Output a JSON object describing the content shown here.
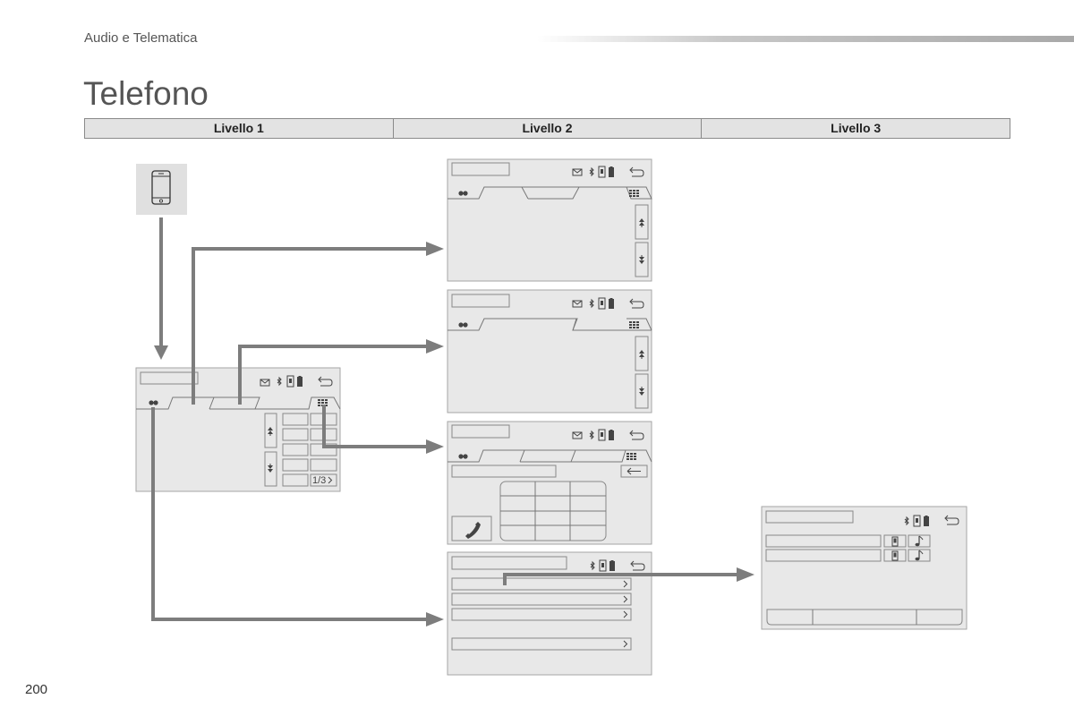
{
  "header": {
    "section_title": "Audio e Telematica",
    "page_title": "Telefono"
  },
  "levels": [
    {
      "label": "Livello 1"
    },
    {
      "label": "Livello 2"
    },
    {
      "label": "Livello 3"
    }
  ],
  "screens": {
    "keypad_page_indicator": "1/3"
  },
  "footer": {
    "page_number": "200"
  },
  "icons": [
    "phone-icon",
    "envelope-icon",
    "bluetooth-icon",
    "battery-icon",
    "back-arrow-icon",
    "contacts-icon",
    "keypad-icon",
    "scroll-up-icon",
    "scroll-down-icon",
    "call-icon",
    "chevron-right-icon",
    "music-note-icon",
    "left-arrow-icon"
  ],
  "colors": {
    "screen_fill": "#e8e8e8",
    "flow_arrow": "#7d7d7d",
    "level_header": "#e3e3e3"
  }
}
